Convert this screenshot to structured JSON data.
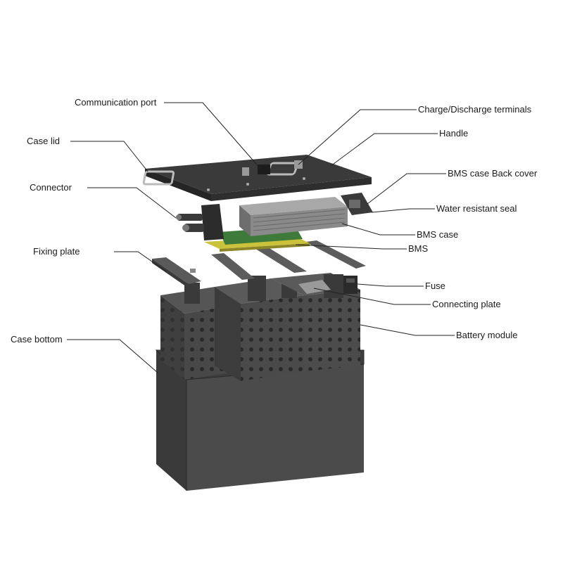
{
  "diagram": {
    "labels": {
      "communication_port": "Communication port",
      "case_lid": "Case lid",
      "connector": "Connector",
      "fixing_plate": "Fixing plate",
      "case_bottom": "Case bottom",
      "charge_discharge_terminals": "Charge/Discharge terminals",
      "handle": "Handle",
      "bms_case_back_cover": "BMS case Back cover",
      "water_resistant_seal": "Water resistant seal",
      "bms_case": "BMS case",
      "bms": "BMS",
      "fuse": "Fuse",
      "connecting_plate": "Connecting plate",
      "battery_module": "Battery module"
    },
    "colors": {
      "case": "#4a4a4a",
      "case_dark": "#333333",
      "case_light": "#5e5e5e",
      "lid": "#2f2f2f",
      "bms_case": "#8e8e8e",
      "pcb": "#c9c23a",
      "pcb_green": "#3e7a3a",
      "leader": "#222222"
    }
  }
}
